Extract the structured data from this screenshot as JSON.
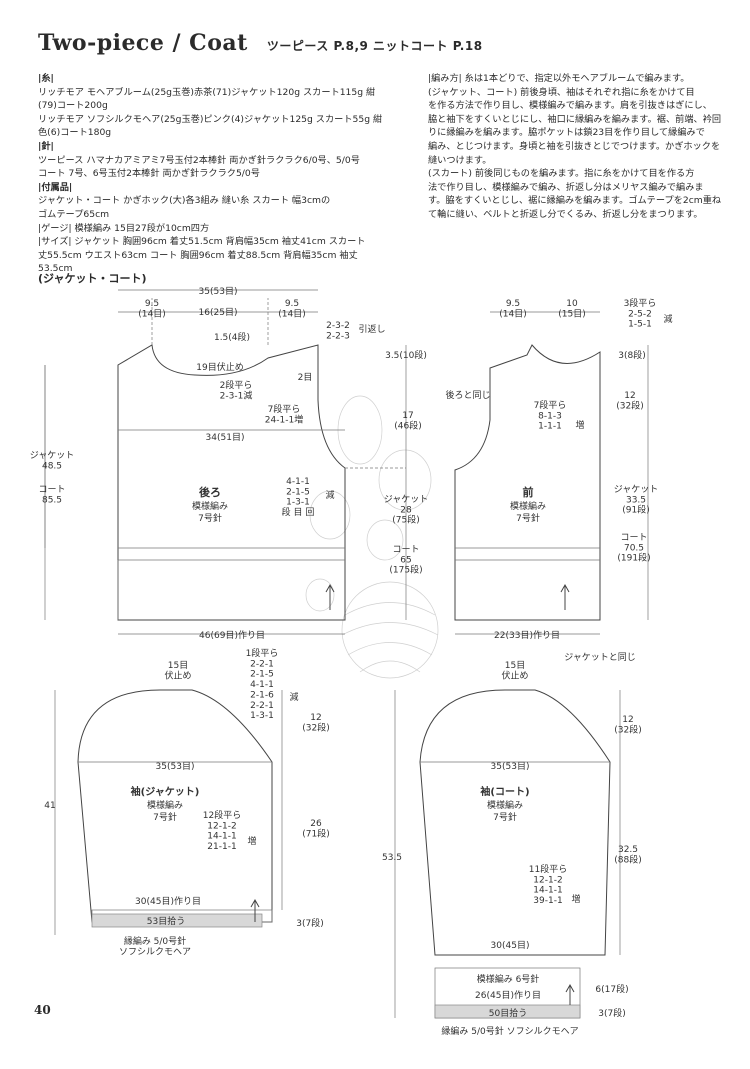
{
  "header": {
    "title": "Two-piece / Coat",
    "subtitle": "ツーピース P.8,9 ニットコート P.18"
  },
  "materials": {
    "yarn_label": "|糸|",
    "yarn_lines": [
      "リッチモア モヘアブルーム(25g玉巻)赤茶(71)ジャケット120g スカート115g 紺",
      "(79)コート200g",
      "リッチモア ソフシルクモヘア(25g玉巻)ピンク(4)ジャケット125g スカート55g 紺",
      "色(6)コート180g"
    ],
    "needle_label": "|針|",
    "needle_lines": [
      "ツーピース ハマナカアミアミ7号玉付2本棒針 両かぎ針ラクラク6/0号、5/0号",
      "コート 7号、6号玉付2本棒針 両かぎ針ラクラク5/0号"
    ],
    "accessory_label": "|付属品|",
    "accessory_lines": [
      "ジャケット・コート かぎホック(大)各3組み 縫い糸 スカート 幅3cmの",
      "ゴムテープ65cm"
    ],
    "gauge_label": "|ゲージ|",
    "gauge_lines": [
      "模様編み 15目27段が10cm四方"
    ],
    "size_label": "|サイズ|",
    "size_lines": [
      "ジャケット 胸囲96cm 着丈51.5cm 背肩幅35cm 袖丈41cm スカート",
      "丈55.5cm ウエスト63cm コート 胸囲96cm 着丈88.5cm 背肩幅35cm 袖丈",
      "53.5cm"
    ]
  },
  "instructions": {
    "label": "|編み方|",
    "lines": [
      "|編み方| 糸は1本どりで、指定以外モヘアブルームで編みます。",
      "(ジャケット、コート) 前後身頃、袖はそれぞれ指に糸をかけて目",
      "を作る方法で作り目し、模様編みで編みます。肩を引抜きはぎにし、",
      "脇と袖下をすくいとじにし、袖口に縁編みを編みます。裾、前端、衿回",
      "りに縁編みを編みます。脇ポケットは鎖23目を作り目して縁編みで",
      "編み、とじつけます。身頃と袖を引抜きとじでつけます。かぎホックを",
      "縫いつけます。",
      "(スカート) 前後同じものを編みます。指に糸をかけて目を作る方",
      "法で作り目し、模様編みで編み、折返し分はメリヤス編みで編みま",
      "す。脇をすくいとじし、裾に縁編みを編みます。ゴムテープを2cm重ね",
      "て輪に縫い、ベルトと折返し分でくるみ、折返し分をまつります。"
    ]
  },
  "section_title": "(ジャケット・コート)",
  "back": {
    "top_width": "35(53目)",
    "left_w": "9.5\n(14目)",
    "neck_w": "16(25目)",
    "right_w": "9.5\n(14目)",
    "neck_h": "1.5(4段)",
    "neck_bind": "19目伏止め",
    "shoulder": "2-3-2\n2-2-3",
    "shoulder_note": "引返し",
    "s2": "2目",
    "neck_dec": "2段平ら\n2-3-1減",
    "arm_dec": "7段平ら\n24-1-1増",
    "mid_w": "34(51目)",
    "arm_shape": "4-1-1\n2-1-5\n1-3-1\n段 目 回",
    "arm_note": "減",
    "name": "後ろ",
    "pattern": "模様編み",
    "needle": "7号針",
    "bottom_w": "46(69目)作り目",
    "jacket_len": "ジャケット\n48.5",
    "coat_len": "コート\n85.5",
    "sh_h": "3.5(10段)",
    "arm_h": "17\n(46段)",
    "j_body": "ジャケット\n28\n(75段)",
    "c_body": "コート\n65\n(175段)"
  },
  "front": {
    "w1": "9.5\n(14目)",
    "w2": "10\n(15目)",
    "sh": "3段平ら\n2-5-2\n1-5-1",
    "sh_note": "減",
    "sh_h": "3(8段)",
    "collar": "後ろと同じ",
    "pocket": "7段平ら\n8-1-3\n1-1-1",
    "pocket_note": "増",
    "h12": "12\n(32段)",
    "name": "前",
    "pattern": "模様編み",
    "needle": "7号針",
    "j_len": "ジャケット\n33.5\n(91段)",
    "c_len": "コート\n70.5\n(191段)",
    "bottom_w": "22(33目)作り目"
  },
  "sleeve_j": {
    "cap_bind": "15目\n伏止め",
    "cap_dec": "1段平ら\n2-2-1\n2-1-5\n4-1-1\n2-1-6\n2-2-1\n1-3-1",
    "cap_note": "減",
    "cap_h": "12\n(32段)",
    "total_h": "41",
    "upper_w": "35(53目)",
    "name": "袖(ジャケット)",
    "pattern": "模様編み",
    "needle": "7号針",
    "inc": "12段平ら\n12-1-2\n14-1-1\n21-1-1",
    "inc_note": "増",
    "body_h": "26\n(71段)",
    "cast_on": "30(45目)作り目",
    "pick": "53目拾う",
    "cuff_h": "3(7段)",
    "cuff_note": "縁編み 5/0号針\nソフシルクモヘア"
  },
  "sleeve_c": {
    "cap_bind": "15目\n伏止め",
    "same": "ジャケットと同じ",
    "cap_h": "12\n(32段)",
    "total_h": "53.5",
    "upper_w": "35(53目)",
    "name": "袖(コート)",
    "pattern": "模様編み",
    "needle": "7号針",
    "body_h": "32.5\n(88段)",
    "inc": "11段平ら\n12-1-2\n14-1-1\n39-1-1",
    "inc_note": "増",
    "lower_w": "30(45目)",
    "cuff_pattern": "模様編み 6号針",
    "cuff_h": "6(17段)",
    "cast_on": "26(45目)作り目",
    "pick": "50目拾う",
    "edge_h": "3(7段)",
    "edge_note": "縁編み 5/0号針 ソフシルクモヘア"
  },
  "page_number": "40"
}
